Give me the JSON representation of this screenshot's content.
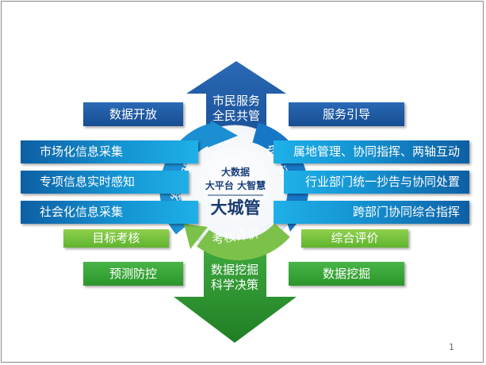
{
  "top_arrow": {
    "line1": "市民服务",
    "line2": "全民共管"
  },
  "bottom_arrow": {
    "line1": "数据挖掘",
    "line2": "科学决策"
  },
  "left_boxes": {
    "open_data": "数据开放",
    "market_collect": "市场化信息采集",
    "special_perception": "专项信息实时感知",
    "social_collect": "社会化信息采集",
    "target_assess": "目标考核",
    "forecast_control": "预测防控"
  },
  "right_boxes": {
    "service_guide": "服务引导",
    "local_mgmt": "属地管理、协同指挥、两轴互动",
    "industry_dept": "行业部门统一抄告与协同处置",
    "cross_dept": "跨部门协同综合指挥",
    "overall_eval": "综合评价",
    "data_mining": "数据挖掘"
  },
  "cycle": {
    "discover": "发现问题",
    "handle": "处置问题",
    "assess": "考核评价"
  },
  "center": {
    "line1": "大数据",
    "line2": "大平台 大智慧",
    "title": "大城管"
  },
  "page_number": "1",
  "colors": {
    "navy": "#1d5aa6",
    "cyan": "#1596d4",
    "green": "#2b962b",
    "lime": "#8fd14f"
  }
}
